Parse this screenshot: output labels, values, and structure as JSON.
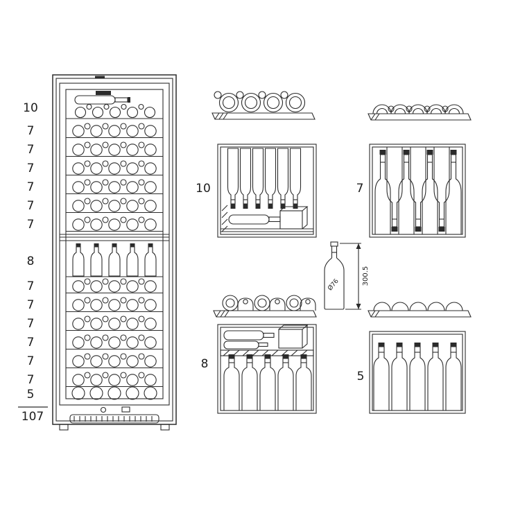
{
  "colors": {
    "line": "#2b2b2b",
    "background": "#ffffff",
    "cap_fill": "#2b2b2b"
  },
  "front_view": {
    "shelf_counts": [
      "10",
      "7",
      "7",
      "7",
      "7",
      "7",
      "7",
      "8",
      "7",
      "7",
      "7",
      "7",
      "7",
      "7",
      "5"
    ],
    "total": "107"
  },
  "shelf_details": {
    "top_left_count": "10",
    "bottom_left_count": "8",
    "top_right_count": "7",
    "bottom_right_count": "5"
  },
  "bottle": {
    "diameter_label": "Ø76",
    "height_label": "300.5"
  }
}
